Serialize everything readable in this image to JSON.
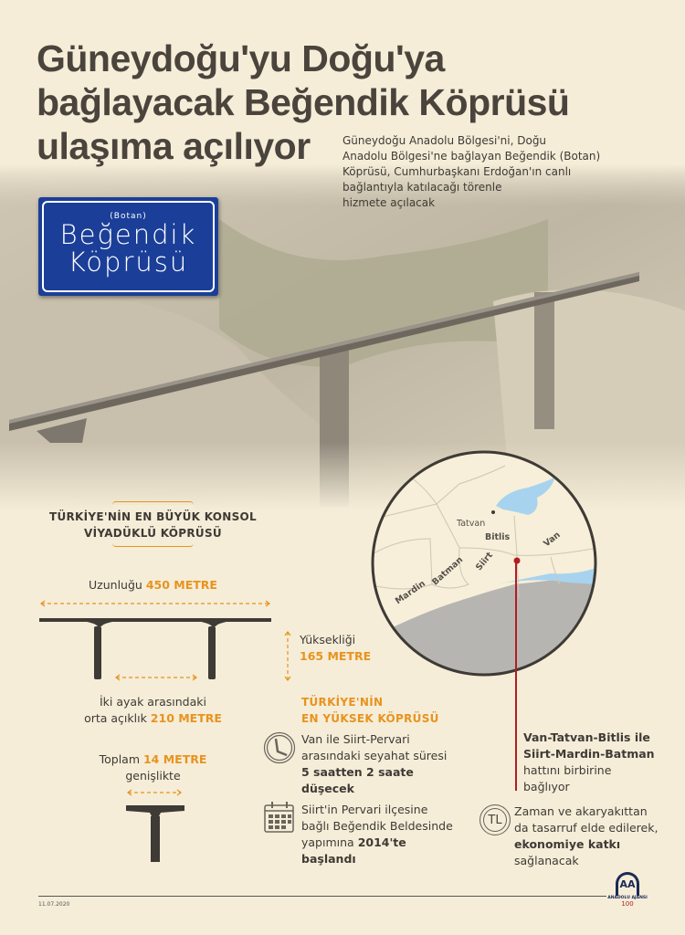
{
  "title": {
    "line1": "Güneydoğu'yu Doğu'ya",
    "line2": "bağlayacak Beğendik Köprüsü",
    "line3": "ulaşıma açılıyor"
  },
  "subtitle": {
    "l1": "Güneydoğu Anadolu Bölgesi'ni, Doğu",
    "l2": "Anadolu Bölgesi'ne bağlayan Beğendik (Botan)",
    "l3": "Köprüsü, Cumhurbaşkanı Erdoğan'ın canlı",
    "l4": "bağlantıyla katılacağı törenle",
    "l5": "hizmete açılacak"
  },
  "sign": {
    "small": "(Botan)",
    "line1": "Beğendik",
    "line2": "Köprüsü"
  },
  "konsol": {
    "l1": "TÜRKİYE'NİN EN BÜYÜK KONSOL",
    "l2": "VİYADÜKLÜ KÖPRÜSÜ"
  },
  "length": {
    "label": "Uzunluğu",
    "value": "450 METRE"
  },
  "height": {
    "label": "Yüksekliği",
    "value": "165 METRE"
  },
  "span": {
    "l1": "İki ayak arasındaki",
    "l2": "orta açıklık",
    "value": "210 METRE"
  },
  "width": {
    "label": "Toplam",
    "value": "14 METRE",
    "l2": "genişlikte"
  },
  "highest": {
    "l1": "TÜRKİYE'NİN",
    "l2": "EN YÜKSEK KÖPRÜSÜ"
  },
  "travel": {
    "l1": "Van ile Siirt-Pervari",
    "l2": "arasındaki seyahat süresi",
    "b1": "5 saatten 2 saate",
    "b2": "düşecek"
  },
  "start": {
    "l1": "Siirt'in Pervari ilçesine",
    "l2": "bağlı Beğendik Beldesinde",
    "l3": "yapımına",
    "b1": "2014'te",
    "b2": "başlandı"
  },
  "connect": {
    "b1": "Van-Tatvan-Bitlis ile",
    "b2": "Siirt-Mardin-Batman",
    "l1": "hattını birbirine",
    "l2": "bağlıyor"
  },
  "economy": {
    "l1": "Zaman ve akaryakıttan",
    "l2": "da tasarruf elde edilerek,",
    "b1": "ekonomiye katkı",
    "l3": "sağlanacak",
    "icon_text": "TL"
  },
  "map": {
    "labels": {
      "tatvan": "Tatvan",
      "bitlis": "Bitlis",
      "van": "Van",
      "siirt": "Siirt",
      "batman": "Batman",
      "mardin": "Mardin"
    }
  },
  "footer": {
    "date": "11.07.2020",
    "logo_text": "ANADOLU AJANSI",
    "logo_mark": "AA",
    "anniv": "100"
  },
  "colors": {
    "accent": "#e8931e",
    "sign": "#1b3f98",
    "lake": "#a8d3ee",
    "pin": "#b01e23"
  }
}
